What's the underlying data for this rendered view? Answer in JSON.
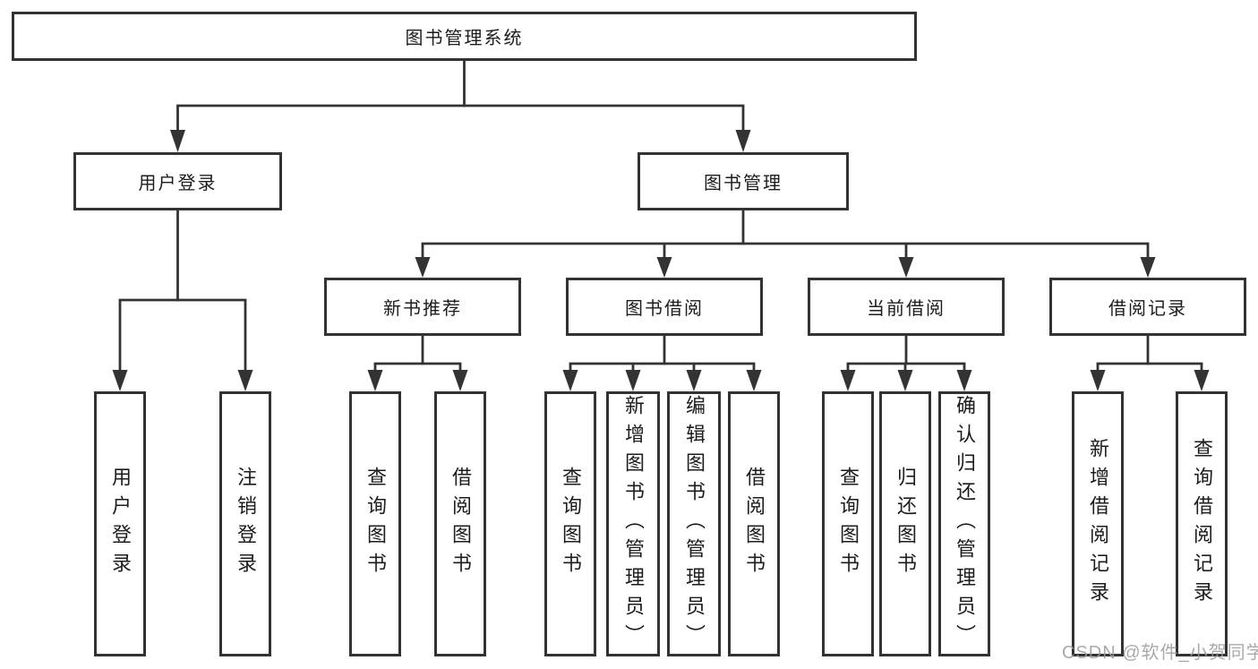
{
  "colors": {
    "line": "#333333",
    "text": "#1c1c1c",
    "background": "#ffffff",
    "watermark": "#9b9b9b"
  },
  "tree": {
    "root": "图书管理系统",
    "branches": [
      {
        "label": "用户登录",
        "children": [
          "用户登录",
          "注销登录"
        ]
      },
      {
        "label": "图书管理",
        "sections": [
          {
            "label": "新书推荐",
            "children": [
              "查询图书",
              "借阅图书"
            ]
          },
          {
            "label": "图书借阅",
            "children": [
              "查询图书",
              "新增图书（管理员）",
              "编辑图书（管理员）",
              "借阅图书"
            ]
          },
          {
            "label": "当前借阅",
            "children": [
              "查询图书",
              "归还图书",
              "确认归还（管理员）"
            ]
          },
          {
            "label": "借阅记录",
            "children": [
              "新增借阅记录",
              "查询借阅记录"
            ]
          }
        ]
      }
    ]
  },
  "watermark": "CSDN @软件_小贺同学"
}
